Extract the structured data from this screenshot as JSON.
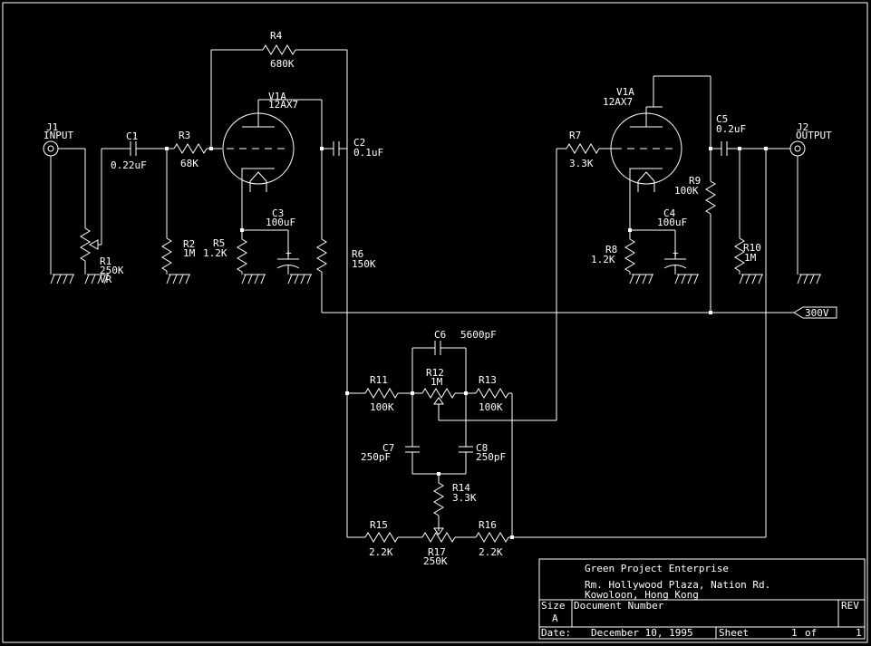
{
  "components": {
    "j1_ref": "J1",
    "j1_val": "INPUT",
    "j2_ref": "J2",
    "j2_val": "OUTPUT",
    "c1_ref": "C1",
    "c1_val": "0.22uF",
    "r1_ref": "R1",
    "r1_val": "250K",
    "r1_note": "VR",
    "r2_ref": "R2",
    "r2_val": "1M",
    "r3_ref": "R3",
    "r3_val": "68K",
    "r4_ref": "R4",
    "r4_val": "680K",
    "v1a_ref": "V1A",
    "v1a_val": "12AX7",
    "c2_ref": "C2",
    "c2_val": "0.1uF",
    "c3_ref": "C3",
    "c3_val": "100uF",
    "r5_ref": "R5",
    "r5_val": "1.2K",
    "r6_ref": "R6",
    "r6_val": "150K",
    "v1b_ref": "V1A",
    "v1b_val": "12AX7",
    "r7_ref": "R7",
    "r7_val": "3.3K",
    "c5_ref": "C5",
    "c5_val": "0.2uF",
    "r9_ref": "R9",
    "r9_val": "100K",
    "c4_ref": "C4",
    "c4_val": "100uF",
    "r8_ref": "R8",
    "r8_val": "1.2K",
    "r10_ref": "R10",
    "r10_val": "1M",
    "c6_ref": "C6",
    "c6_val": "5600pF",
    "r11_ref": "R11",
    "r11_val": "100K",
    "r12_ref": "R12",
    "r12_val": "1M",
    "r13_ref": "R13",
    "r13_val": "100K",
    "c7_ref": "C7",
    "c7_val": "250pF",
    "c8_ref": "C8",
    "c8_val": "250pF",
    "r14_ref": "R14",
    "r14_val": "3.3K",
    "r15_ref": "R15",
    "r15_val": "2.2K",
    "r16_ref": "R16",
    "r16_val": "2.2K",
    "r17_ref": "R17",
    "r17_val": "250K",
    "supply_label": "300V",
    "c3_plus": "+",
    "c4_plus": "+"
  },
  "title_block": {
    "company": "Green Project Enterprise",
    "address1": "Rm.  Hollywood Plaza, Nation Rd.",
    "address2": "Kowoloon, Hong Kong",
    "size_label": "Size",
    "size_value": "A",
    "docnum_label": "Document Number",
    "rev_label": "REV",
    "rev_value": "1",
    "date_label": "Date:",
    "date_value": "December 10, 1995",
    "sheet_label": "Sheet",
    "sheet_value": "1",
    "sheet_of": "of"
  }
}
